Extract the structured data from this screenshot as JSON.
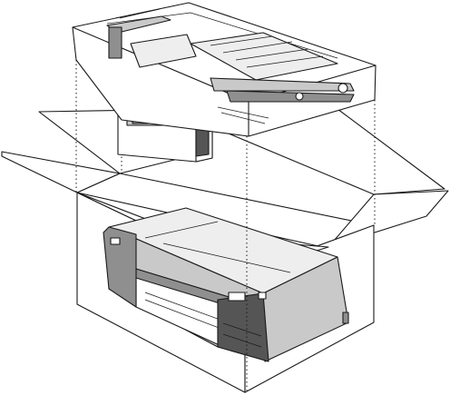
{
  "diagram": {
    "parts": [
      {
        "id": "accessory-tray",
        "icon": "tray-insert-icon"
      },
      {
        "id": "foam-end-cap",
        "icon": "packing-foam-icon"
      },
      {
        "id": "printer",
        "icon": "printer-icon"
      },
      {
        "id": "shipping-box",
        "icon": "open-box-icon"
      },
      {
        "id": "alignment-guides",
        "icon": "dotted-guide-icon"
      }
    ],
    "colors": {
      "outline": "#1a1a1a",
      "shade_light": "#eeeeee",
      "shade_mid": "#c9c9c9",
      "shade_dark": "#8f8f8f"
    }
  }
}
